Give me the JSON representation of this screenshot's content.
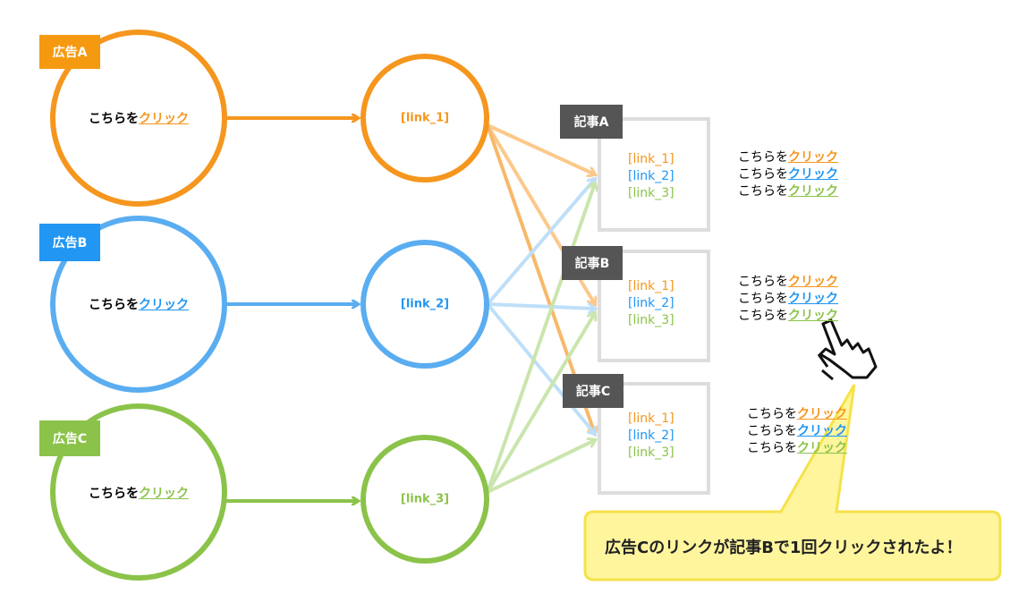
{
  "colors": {
    "a": "#f5961e",
    "b": "#5aadf0",
    "c": "#8bc34a",
    "label_a": "#f59a10",
    "label_b": "#2196f3",
    "label_c": "#8bc34a",
    "article_label_bg": "#555555",
    "callout_fill": "#fff59d",
    "callout_stroke": "#f5e24a"
  },
  "ads": [
    {
      "label": "広告A",
      "text": "こちらを",
      "link": "クリック"
    },
    {
      "label": "広告B",
      "text": "こちらを",
      "link": "クリック"
    },
    {
      "label": "広告C",
      "text": "こちらを",
      "link": "クリック"
    }
  ],
  "link_nodes": [
    "[link_1]",
    "[link_2]",
    "[link_3]"
  ],
  "articles": [
    {
      "label": "記事A",
      "links": [
        "[link_1]",
        "[link_2]",
        "[link_3]"
      ]
    },
    {
      "label": "記事B",
      "links": [
        "[link_1]",
        "[link_2]",
        "[link_3]"
      ]
    },
    {
      "label": "記事C",
      "links": [
        "[link_1]",
        "[link_2]",
        "[link_3]"
      ]
    }
  ],
  "click_text": {
    "prefix": "こちらを",
    "link": "クリック"
  },
  "callout": "広告Cのリンクが記事Bで1回クリックされたよ！",
  "cursor_icon": "hand-pointer-icon"
}
